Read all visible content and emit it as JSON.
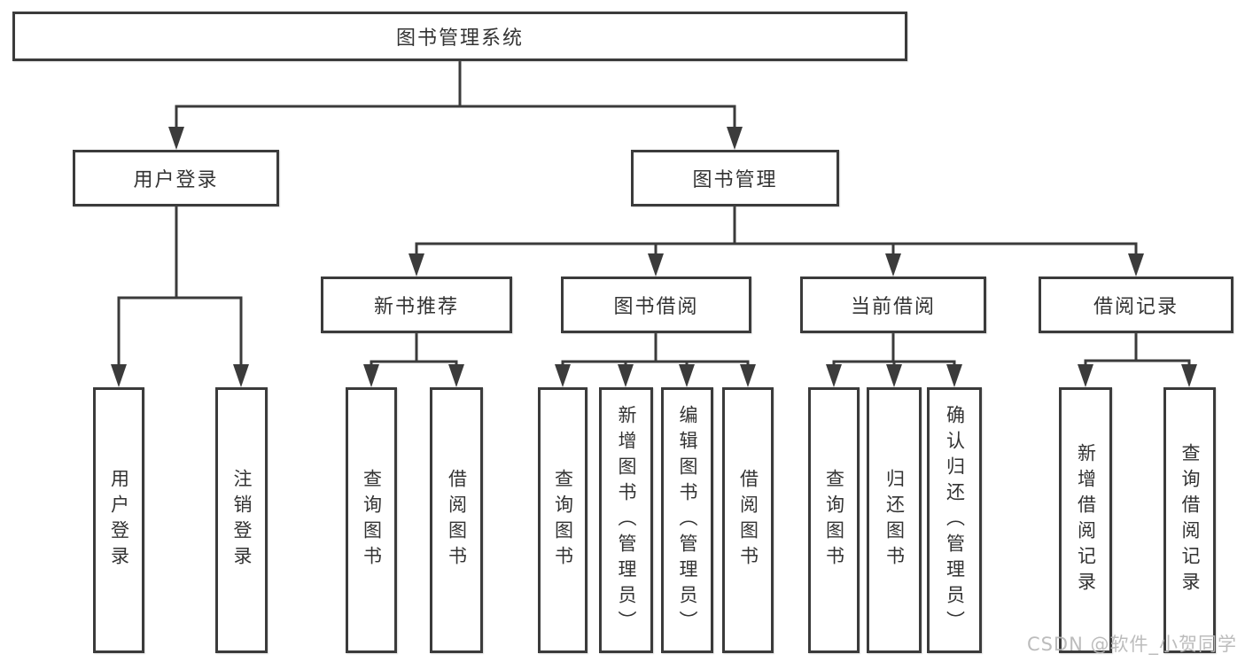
{
  "diagram": {
    "root": {
      "label": "图书管理系统"
    },
    "branches": [
      {
        "label": "用户登录",
        "children": [
          {
            "label": "用户登录"
          },
          {
            "label": "注销登录"
          }
        ]
      },
      {
        "label": "图书管理",
        "children": [
          {
            "label": "新书推荐",
            "children": [
              {
                "label": "查询图书"
              },
              {
                "label": "借阅图书"
              }
            ]
          },
          {
            "label": "图书借阅",
            "children": [
              {
                "label": "查询图书"
              },
              {
                "label": "新增图书（管理员）"
              },
              {
                "label": "编辑图书（管理员）"
              },
              {
                "label": "借阅图书"
              }
            ]
          },
          {
            "label": "当前借阅",
            "children": [
              {
                "label": "查询图书"
              },
              {
                "label": "归还图书"
              },
              {
                "label": "确认归还（管理员）"
              }
            ]
          },
          {
            "label": "借阅记录",
            "children": [
              {
                "label": "新增借阅记录"
              },
              {
                "label": "查询借阅记录"
              }
            ]
          }
        ]
      }
    ]
  },
  "watermark": {
    "text": "CSDN @软件_小贺同学"
  },
  "colors": {
    "line": "#3b3b3b",
    "box_border": "#3b3b3b",
    "box_fill": "#ffffff",
    "text": "#333333",
    "watermark": "#b8b8b8",
    "background": "#ffffff"
  }
}
